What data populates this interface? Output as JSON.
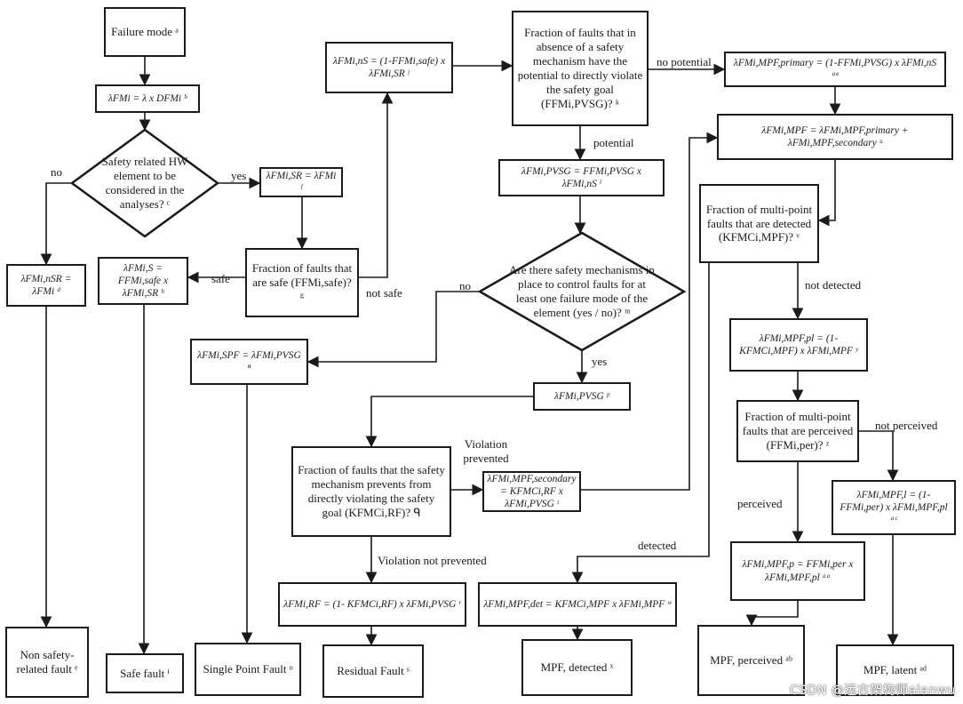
{
  "nodes": {
    "failure_mode": "Failure mode ᵃ",
    "lambda_fmi": "λFMi = λ x DFMi ᵇ",
    "safety_related_q": "Safety related HW element to be considered in the analyses? ᶜ",
    "lambda_nsr": "λFMi,nSR = λFMi ᵈ",
    "non_safety_fault": "Non safety-related fault ᵉ",
    "lambda_sr": "λFMi,SR = λFMi ᶠ",
    "fraction_safe_q": "Fraction of faults that are safe (FFMi,safe)? ᵍ",
    "lambda_s": "λFMi,S = FFMi,safe x λFMi,SR ʰ",
    "safe_fault": "Safe fault ⁱ",
    "lambda_ns": "λFMi,nS = (1-FFMi,safe) x λFMi,SR ʲ",
    "pvsg_q": "Fraction of faults that in absence of a safety mechanism have the potential to directly violate the safety goal (FFMi,PVSG)? ᵏ",
    "lambda_pvsg": "λFMi,PVSG = FFMi,PVSG x λFMi,nS ˡ",
    "sm_q": "Are there safety mechanisms in place to control faults for at least one failure mode of the element (yes / no)? ᵐ",
    "lambda_spf": "λFMi,SPF = λFMi,PVSG ⁿ",
    "spf": "Single Point Fault ᵒ",
    "lambda_pvsg2": "λFMi,PVSG ᵖ",
    "prevent_q": "Fraction of faults that the safety mechanism prevents from directly violating the safety goal (KFMCi,RF)? ᑫ",
    "lambda_rf": "λFMi,RF = (1- KFMCi,RF) x λFMi,PVSG ʳ",
    "residual": "Residual Fault ˢ",
    "lambda_mpf_secondary": "λFMi,MPF,secondary = KFMCi,RF x λFMi,PVSG ᵗ",
    "lambda_mpf_primary": "λFMi,MPF,primary = (1-FFMi,PVSG) x λFMi,nS ᵃᵉ",
    "lambda_mpf": "λFMi,MPF = λFMi,MPF,primary + λFMi,MPF,secondary ᵘ",
    "mpf_detected_q": "Fraction of multi-point faults that are detected (KFMCi,MPF)? ᵛ",
    "lambda_mpf_det": "λFMi,MPF,det = KFMCi,MPF x λFMi,MPF ʷ",
    "mpf_detected": "MPF, detected ˣ",
    "lambda_mpf_pl": "λFMi,MPF,pl = (1-KFMCi,MPF) x λFMi,MPF ʸ",
    "perceived_q": "Fraction of multi-point faults that are perceived (FFMi,per)? ᶻ",
    "lambda_mpf_p": "λFMi,MPF,p = FFMi,per x λFMi,MPF,pl ᵃᵃ",
    "mpf_perceived": "MPF, perceived ᵃᵇ",
    "lambda_mpf_l": "λFMi,MPF,l = (1-FFMi,per) x λFMi,MPF,pl ᵃᶜ",
    "mpf_latent": "MPF, latent ᵃᵈ"
  },
  "edge_labels": {
    "no1": "no",
    "yes1": "yes",
    "safe": "safe",
    "not_safe": "not safe",
    "no_potential": "no potential",
    "potential": "potential",
    "no2": "no",
    "yes2": "yes",
    "violation_prevented": "Violation prevented",
    "violation_not_prevented": "Violation not prevented",
    "not_detected": "not detected",
    "detected": "detected",
    "not_perceived": "not perceived",
    "perceived": "perceived"
  },
  "watermark": "CSDN @远古架构师alanwu"
}
